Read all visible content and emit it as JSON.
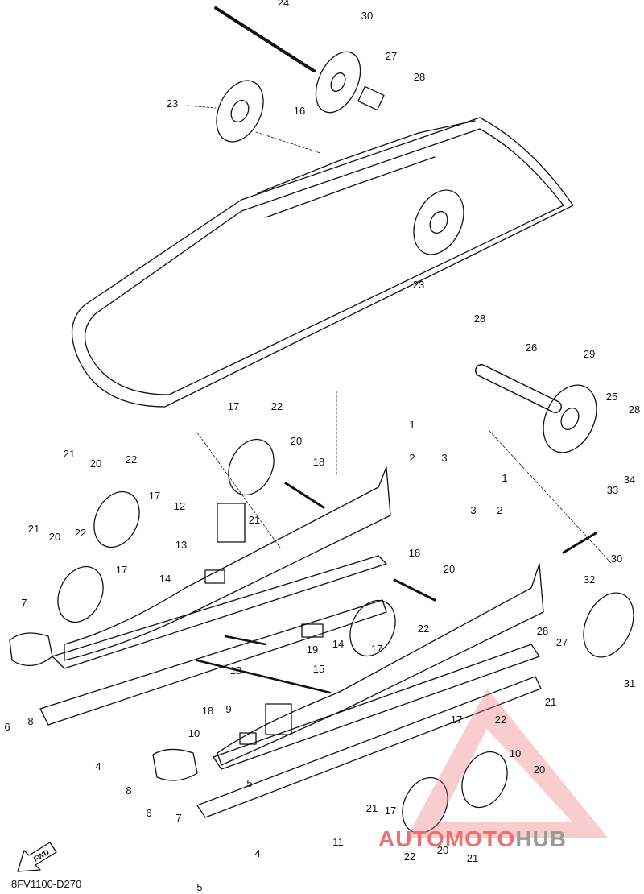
{
  "diagram_code": "8FV1100-D270",
  "fwd_label": "FWD",
  "watermark": {
    "part1": "AUTOMOTO",
    "part2": "HUB"
  },
  "colors": {
    "line": "#111111",
    "watermark_red": "#ef6f6f",
    "watermark_gray": "#9a9a9a"
  },
  "callouts": [
    "24",
    "30",
    "27",
    "28",
    "23",
    "16",
    "23",
    "28",
    "26",
    "29",
    "25",
    "28",
    "1",
    "2",
    "3",
    "17",
    "22",
    "20",
    "18",
    "21",
    "20",
    "22",
    "17",
    "12",
    "13",
    "21",
    "21",
    "20",
    "22",
    "14",
    "1",
    "3",
    "2",
    "33",
    "34",
    "32",
    "30",
    "18",
    "20",
    "22",
    "7",
    "17",
    "19",
    "14",
    "15",
    "17",
    "28",
    "27",
    "31",
    "6",
    "8",
    "18",
    "18",
    "9",
    "21",
    "4",
    "10",
    "17",
    "22",
    "5",
    "8",
    "6",
    "7",
    "10",
    "20",
    "21",
    "17",
    "22",
    "20",
    "21",
    "11",
    "4",
    "5"
  ]
}
